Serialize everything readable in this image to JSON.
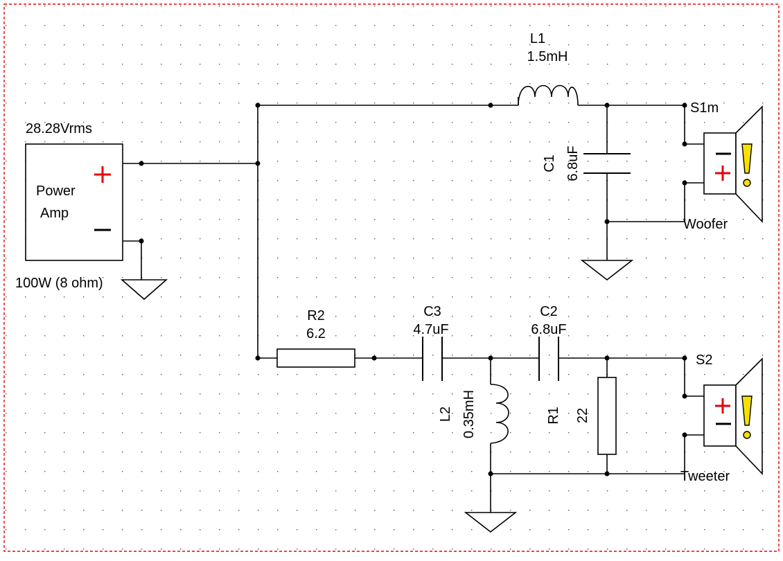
{
  "amp": {
    "voltage": "28.28Vrms",
    "name_line1": "Power",
    "name_line2": "Amp",
    "rating": "100W (8 ohm)",
    "plus": "+",
    "minus": "−"
  },
  "components": {
    "L1": {
      "ref": "L1",
      "value": "1.5mH"
    },
    "C1": {
      "ref": "C1",
      "value": "6.8uF"
    },
    "R2": {
      "ref": "R2",
      "value": "6.2"
    },
    "C3": {
      "ref": "C3",
      "value": "4.7uF"
    },
    "C2": {
      "ref": "C2",
      "value": "6.8uF"
    },
    "L2": {
      "ref": "L2",
      "value": "0.35mH"
    },
    "R1": {
      "ref": "R1",
      "value": "22"
    }
  },
  "speakers": {
    "woofer": {
      "ref": "S1m",
      "label": "Woofer",
      "top_sign": "−",
      "bottom_sign": "+"
    },
    "tweeter": {
      "ref": "S2",
      "label": "Tweeter",
      "top_sign": "+",
      "bottom_sign": "−"
    }
  },
  "colors": {
    "plus": "#e8000b",
    "warning": "#f5e000",
    "wire": "#000000",
    "border": "#e8000b",
    "grid": "#555555"
  }
}
